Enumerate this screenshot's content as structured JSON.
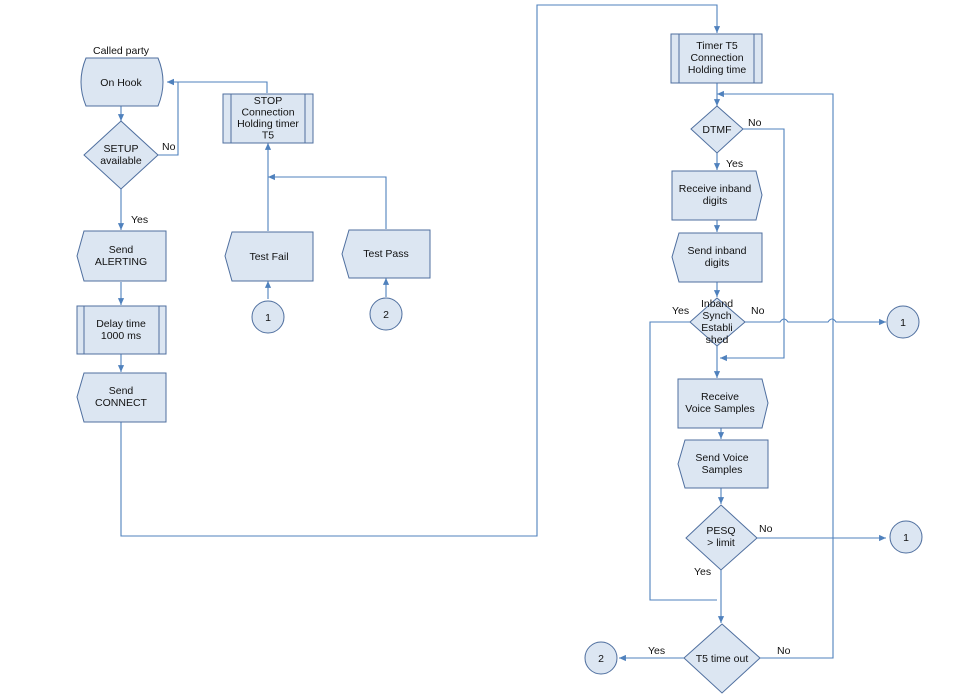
{
  "colors": {
    "shape_fill": "#dce6f2",
    "shape_stroke": "#4f6f9f",
    "connector": "#4f81bd"
  },
  "labels": {
    "called_party": "Called party",
    "yes": "Yes",
    "no": "No"
  },
  "nodes": {
    "on_hook": [
      "On Hook"
    ],
    "setup_available": [
      "SETUP",
      "available"
    ],
    "send_alerting": [
      "Send",
      "ALERTING"
    ],
    "delay_time": [
      "Delay time",
      "1000 ms"
    ],
    "send_connect": [
      "Send",
      "CONNECT"
    ],
    "stop_timer": [
      "STOP",
      "Connection",
      "Holding timer",
      "T5"
    ],
    "test_fail": [
      "Test Fail"
    ],
    "test_pass": [
      "Test Pass"
    ],
    "timer_t5": [
      "Timer T5",
      "Connection",
      "Holding time"
    ],
    "dtmf": [
      "DTMF"
    ],
    "receive_inband": [
      "Receive inband",
      "digits"
    ],
    "send_inband": [
      "Send inband",
      "digits"
    ],
    "inband_synch": [
      "Inband",
      "Synch",
      "Establi",
      "shed"
    ],
    "receive_voice": [
      "Receive",
      "Voice Samples"
    ],
    "send_voice": [
      "Send Voice",
      "Samples"
    ],
    "pesq": [
      "PESQ",
      "> limit"
    ],
    "t5_timeout": [
      "T5 time out"
    ]
  },
  "connectors": {
    "left_1": "1",
    "left_2": "2",
    "right_1a": "1",
    "right_1b": "1",
    "right_2": "2"
  }
}
